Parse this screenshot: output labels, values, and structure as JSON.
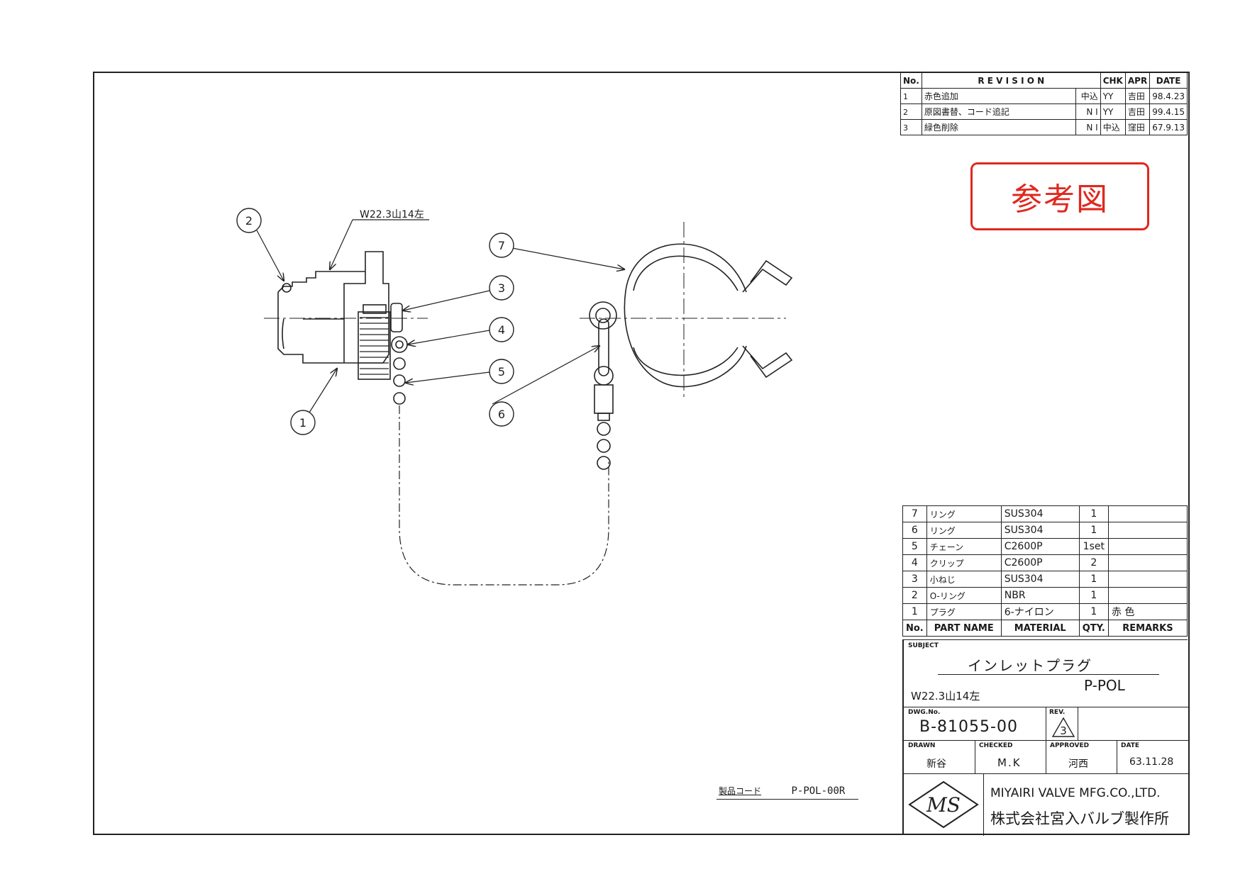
{
  "stamp": "参考図",
  "thread_callout": "W22.3山14左",
  "product_code": {
    "label": "製品コード",
    "value": "P-POL-00R"
  },
  "balloons": [
    "1",
    "2",
    "3",
    "4",
    "5",
    "6",
    "7"
  ],
  "revision": {
    "headers": {
      "no": "No.",
      "title": "R E V I S I O N",
      "chk": "CHK",
      "apr": "APR",
      "date": "DATE"
    },
    "rows": [
      {
        "no": "1",
        "desc": "赤色追加",
        "by": "中込",
        "chk": "YY",
        "apr": "吉田",
        "date": "98.4.23"
      },
      {
        "no": "2",
        "desc": "原図書替、コード追記",
        "by": "N I",
        "chk": "YY",
        "apr": "吉田",
        "date": "99.4.15"
      },
      {
        "no": "3",
        "desc": "緑色削除",
        "by": "N I",
        "chk": "中込",
        "apr": "窪田",
        "date": "67.9.13"
      }
    ]
  },
  "parts": {
    "headers": {
      "no": "No.",
      "name": "PART NAME",
      "material": "MATERIAL",
      "qty": "QTY.",
      "remarks": "REMARKS"
    },
    "rows": [
      {
        "no": "7",
        "name": "リング",
        "material": "SUS304",
        "qty": "1",
        "remarks": ""
      },
      {
        "no": "6",
        "name": "リング",
        "material": "SUS304",
        "qty": "1",
        "remarks": ""
      },
      {
        "no": "5",
        "name": "チェーン",
        "material": "C2600P",
        "qty": "1set",
        "remarks": ""
      },
      {
        "no": "4",
        "name": "クリップ",
        "material": "C2600P",
        "qty": "2",
        "remarks": ""
      },
      {
        "no": "3",
        "name": "小ねじ",
        "material": "SUS304",
        "qty": "1",
        "remarks": ""
      },
      {
        "no": "2",
        "name": "O-リング",
        "material": "NBR",
        "qty": "1",
        "remarks": ""
      },
      {
        "no": "1",
        "name": "プラグ",
        "material": "6-ナイロン",
        "qty": "1",
        "remarks": "赤 色"
      }
    ]
  },
  "title_block": {
    "subject_label": "SUBJECT",
    "subject": "インレットプラグ",
    "model": "P-POL",
    "spec": "W22.3山14左",
    "dwg_label": "DWG.No.",
    "dwg_no": "B-81055-00",
    "rev_label": "REV.",
    "rev": "3",
    "drawn_label": "DRAWN",
    "drawn": "新谷",
    "checked_label": "CHECKED",
    "checked": "M.K",
    "approved_label": "APPROVED",
    "approved": "河西",
    "date_label": "DATE",
    "date": "63.11.28",
    "logo": "MS",
    "company_en": "MIYAIRI VALVE MFG.CO.,LTD.",
    "company_jp": "株式会社宮入バルブ製作所"
  }
}
